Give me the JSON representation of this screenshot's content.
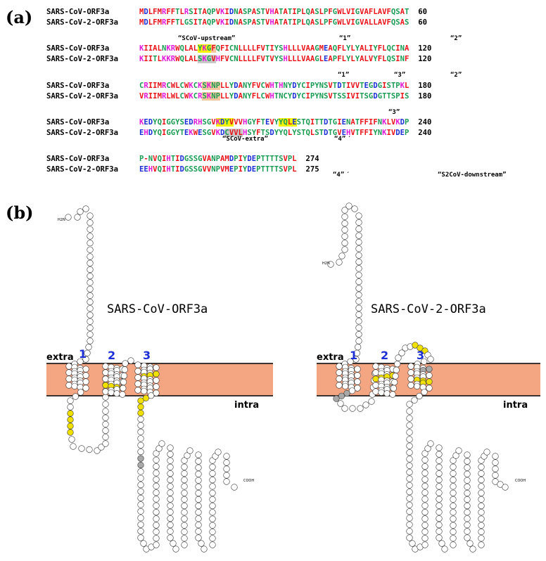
{
  "panel_a_label": "(a)",
  "panel_b_label": "(b)",
  "alignment": [
    {
      "block": 1,
      "rows": [
        {
          "name": "SARS-CoV-ORF3a",
          "seq": "MDLFMRFFTLRSITAQPVKIDNASPASTVHATATIPLQASLPFGWLVIGVAFLAVFQSAT",
          "num": "60"
        },
        {
          "name": "SARS-CoV-2-ORF3a",
          "seq": "MDLFMRFFTLGSITAQPVKIDNASPASTVHATATIPLQASLPFGWLVIGVALLAVFQSAS",
          "num": "60"
        }
      ]
    },
    {
      "block": 2,
      "rows": [
        {
          "name": "SARS-CoV-ORF3a",
          "seq": "KIIALNKRWQLALYKGFQFICNLLLLFVTIYSHLLLVAAGMEAQFLYLYALIYFLQCINA",
          "num": "120"
        },
        {
          "name": "SARS-CoV-2-ORF3a",
          "seq": "KIITLKKRWQLALSKGVHFVCNLLLLFVTVYSHLLLVAAGLEAPFLYLYALVYFLQSINF",
          "num": "120"
        }
      ]
    },
    {
      "block": 3,
      "rows": [
        {
          "name": "SARS-CoV-ORF3a",
          "seq": "CRIIMRCWLCWKCKSKNPLLYDANYFVCWHTHNYDYCIPYNSVTDTIVVTEGDGISTPKL",
          "num": "180"
        },
        {
          "name": "SARS-CoV-2-ORF3a",
          "seq": "VRIIMRLWLCWKCRSKNPLLYDANYFLCWHTNCYDYCIPYNSVTSSIVITSGDGTTSPIS",
          "num": "180"
        }
      ]
    },
    {
      "block": 4,
      "rows": [
        {
          "name": "SARS-CoV-ORF3a",
          "seq": "KEDYQIGGYSEDRHSGVKDYVVVHGYFTEVYYQLESTQITTDTGIENATFFIFNKLVKDP",
          "num": "240"
        },
        {
          "name": "SARS-CoV-2-ORF3a",
          "seq": "EHDYQIGGYTEKWESGVKDCVVLHSYFTSDYYQLYSTQLSTDTGVEHVTFFIYNKIVDEP",
          "num": "240"
        }
      ]
    },
    {
      "block": 5,
      "rows": [
        {
          "name": "SARS-CoV-ORF3a",
          "seq": "P-NVQIHTIDGSSGVANPAMDPIYDEPTTTTSVPL",
          "num": "274"
        },
        {
          "name": "SARS-CoV-2-ORF3a",
          "seq": "EEHVQIHTIDGSSGVVNPVMEPIYDEPTTTTSVPL",
          "num": "275"
        }
      ]
    }
  ],
  "annotations": {
    "scov_upstream": "“SCoV-upstream”",
    "m1_top": "“1”",
    "m2_top": "“2”",
    "m1_bottom": "“1”",
    "m3_b": "“3”",
    "m2_bottom": "“2”",
    "m3_bottom": "“3”",
    "scov_extra": "“SCoV-extra”",
    "m4_top": "“4”",
    "m4_top_prime": "′",
    "m4_bottom": "“4”",
    "m4_bottom_prime": "′",
    "s2cov_downstream": "“S2CoV-downstream”"
  },
  "diagram": {
    "left_title": "SARS-CoV-ORF3a",
    "right_title": "SARS-CoV-2-ORF3a",
    "extra_label": "extra",
    "intra_label": "intra",
    "tm_numbers": [
      "1",
      "2",
      "3"
    ],
    "n_terminus": "H2N",
    "c_terminus": "COOH",
    "colors": {
      "membrane": "#f4a582",
      "highlight": "#f0e000",
      "shaded": "#a9a9a9"
    }
  }
}
